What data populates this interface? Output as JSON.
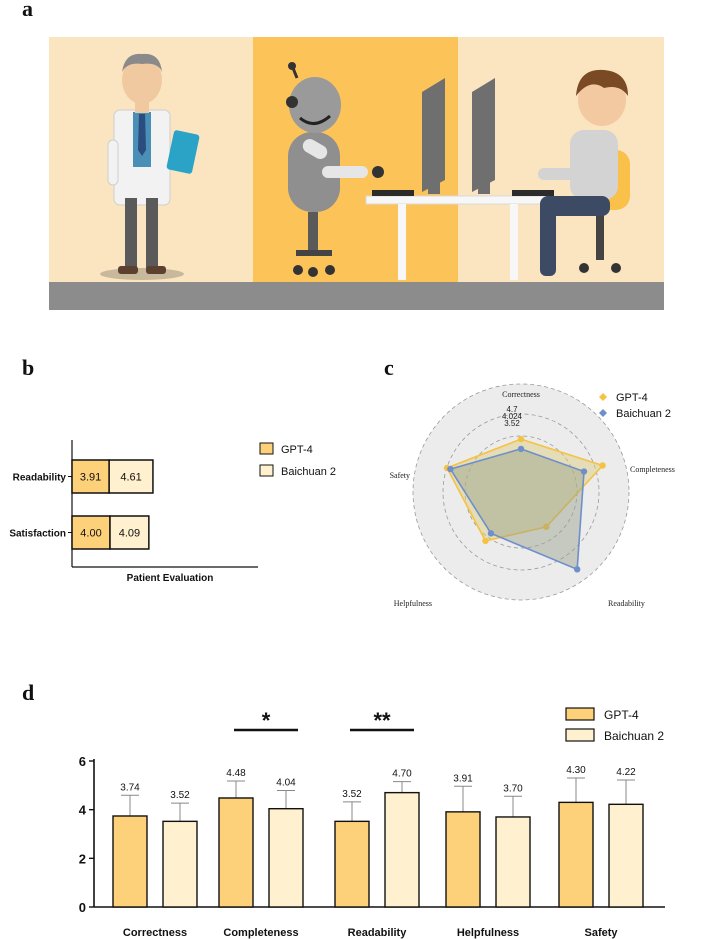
{
  "panels": {
    "a": "a",
    "b": "b",
    "c": "c",
    "d": "d"
  },
  "colors": {
    "gpt4": "#fdd07a",
    "baichuan": "#fff0cf",
    "gpt4_radar": "#f5c242",
    "baichuan_radar": "#6f8fca"
  },
  "chart_data": [
    {
      "panel": "b",
      "type": "bar",
      "orientation": "horizontal",
      "stacked": true,
      "categories": [
        "Readability",
        "Satisfaction"
      ],
      "series": [
        {
          "name": "GPT-4",
          "values": [
            3.91,
            4.0
          ],
          "labels": [
            "3.91",
            "4.00"
          ]
        },
        {
          "name": "Baichuan 2",
          "values": [
            4.61,
            4.09
          ],
          "labels": [
            "4.61",
            "4.09"
          ]
        }
      ],
      "xlabel": "Patient Evaluation",
      "legend": "top-right"
    },
    {
      "panel": "c",
      "type": "radar",
      "axes": [
        "Correctness",
        "Completeness",
        "Readability",
        "Helpfulness",
        "Safety"
      ],
      "radial_ticks": [
        "4.7",
        "4.024",
        "3.52"
      ],
      "series": [
        {
          "name": "GPT-4",
          "values": [
            3.74,
            4.48,
            3.52,
            3.91,
            4.3
          ]
        },
        {
          "name": "Baichuan 2",
          "values": [
            3.52,
            4.04,
            4.7,
            3.7,
            4.22
          ]
        }
      ],
      "legend": "top-right"
    },
    {
      "panel": "d",
      "type": "bar",
      "categories": [
        "Correctness",
        "Completeness",
        "Readability",
        "Helpfulness",
        "Safety"
      ],
      "series": [
        {
          "name": "GPT-4",
          "values": [
            3.74,
            4.48,
            3.52,
            3.91,
            4.3
          ],
          "labels": [
            "3.74",
            "4.48",
            "3.52",
            "3.91",
            "4.30"
          ],
          "err": [
            0.85,
            0.7,
            0.8,
            1.05,
            1.0
          ]
        },
        {
          "name": "Baichuan 2",
          "values": [
            3.52,
            4.04,
            4.7,
            3.7,
            4.22
          ],
          "labels": [
            "3.52",
            "4.04",
            "4.70",
            "3.70",
            "4.22"
          ],
          "err": [
            0.75,
            0.75,
            0.45,
            0.85,
            1.0
          ]
        }
      ],
      "ylim": [
        0,
        6
      ],
      "yticks": [
        "0",
        "2",
        "4",
        "6"
      ],
      "significance": [
        {
          "category": "Completeness",
          "mark": "*"
        },
        {
          "category": "Readability",
          "mark": "**"
        }
      ],
      "legend": "top-right"
    }
  ]
}
